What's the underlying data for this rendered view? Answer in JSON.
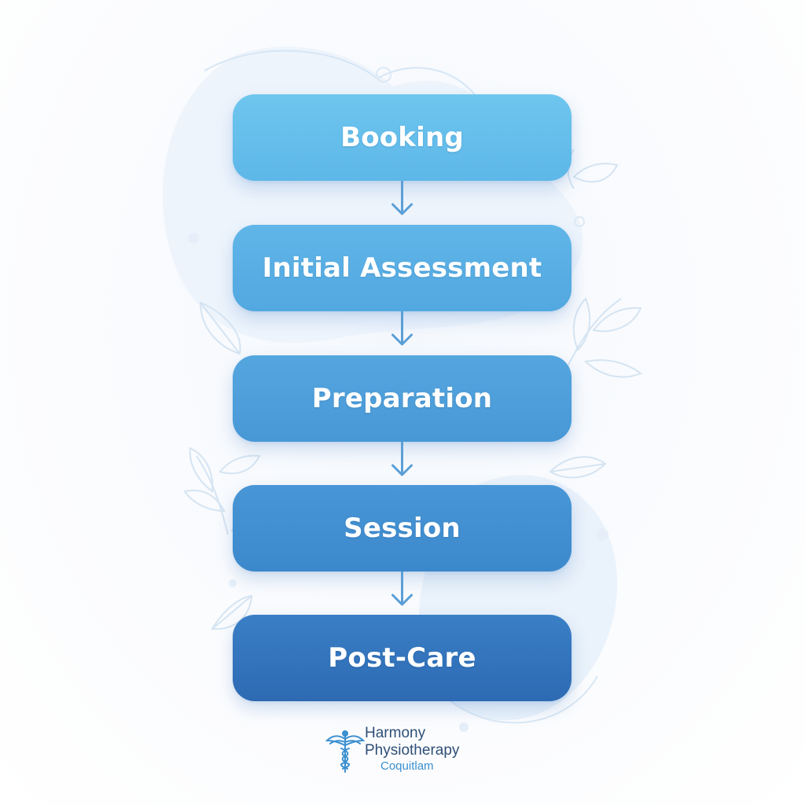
{
  "flowchart": {
    "steps": [
      {
        "label": "Booking",
        "color_top": "#6ec6ee",
        "color_bottom": "#5db7e8"
      },
      {
        "label": "Initial Assessment",
        "color_top": "#60b6e8",
        "color_bottom": "#52a8e0"
      },
      {
        "label": "Preparation",
        "color_top": "#54a6df",
        "color_bottom": "#4898d6"
      },
      {
        "label": "Session",
        "color_top": "#4896d6",
        "color_bottom": "#3c88cc"
      },
      {
        "label": "Post-Care",
        "color_top": "#3a7fc6",
        "color_bottom": "#2d6ab3"
      }
    ],
    "connector_color": "#5b9fd6"
  },
  "logo": {
    "line1": "Harmony",
    "line2": "Physiotherapy",
    "line3": "Coquitlam",
    "icon": "caduceus-icon",
    "icon_color": "#3a8fd0"
  },
  "decor": {
    "blob_color": "#e3eef9",
    "leaf_color": "#d3e3f2"
  }
}
